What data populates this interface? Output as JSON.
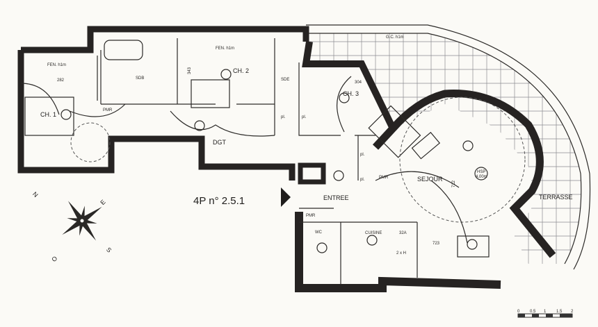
{
  "plan": {
    "title": "4P  n° 2.5.1",
    "rooms": {
      "ch1": "CH. 1",
      "ch2": "CH. 2",
      "ch3": "CH. 3",
      "sdb": "SDB",
      "sde": "SDE",
      "dgt": "DGT",
      "entree": "ENTREE",
      "sejour": "SEJOUR",
      "cuisine": "CUISINE",
      "wc": "WC",
      "terrasse": "TERRASSE"
    },
    "placards": [
      "pl.",
      "pl.",
      "pl.",
      "pl."
    ],
    "dimensions": {
      "ch1_width": "282",
      "ch2_depth": "343",
      "ch3_width": "304",
      "sejour_depth": "712",
      "sejour_width": "723"
    },
    "annotations": {
      "gc": "G.C. h1m",
      "pmr1": "PMR",
      "pmr2": "PMR",
      "pmr3": "PMR",
      "hsp": "HSP",
      "hsp_value": "4,00m",
      "breaker": "32A",
      "hot_water": "2 x H",
      "fen1": "FEN. h1m",
      "fen2": "FEN. h1m"
    },
    "compass": {
      "n": "N",
      "e": "E",
      "s": "S",
      "o": "O"
    },
    "scale": {
      "ticks": [
        "0",
        "0.5",
        "1",
        "1.5",
        "2"
      ]
    }
  }
}
